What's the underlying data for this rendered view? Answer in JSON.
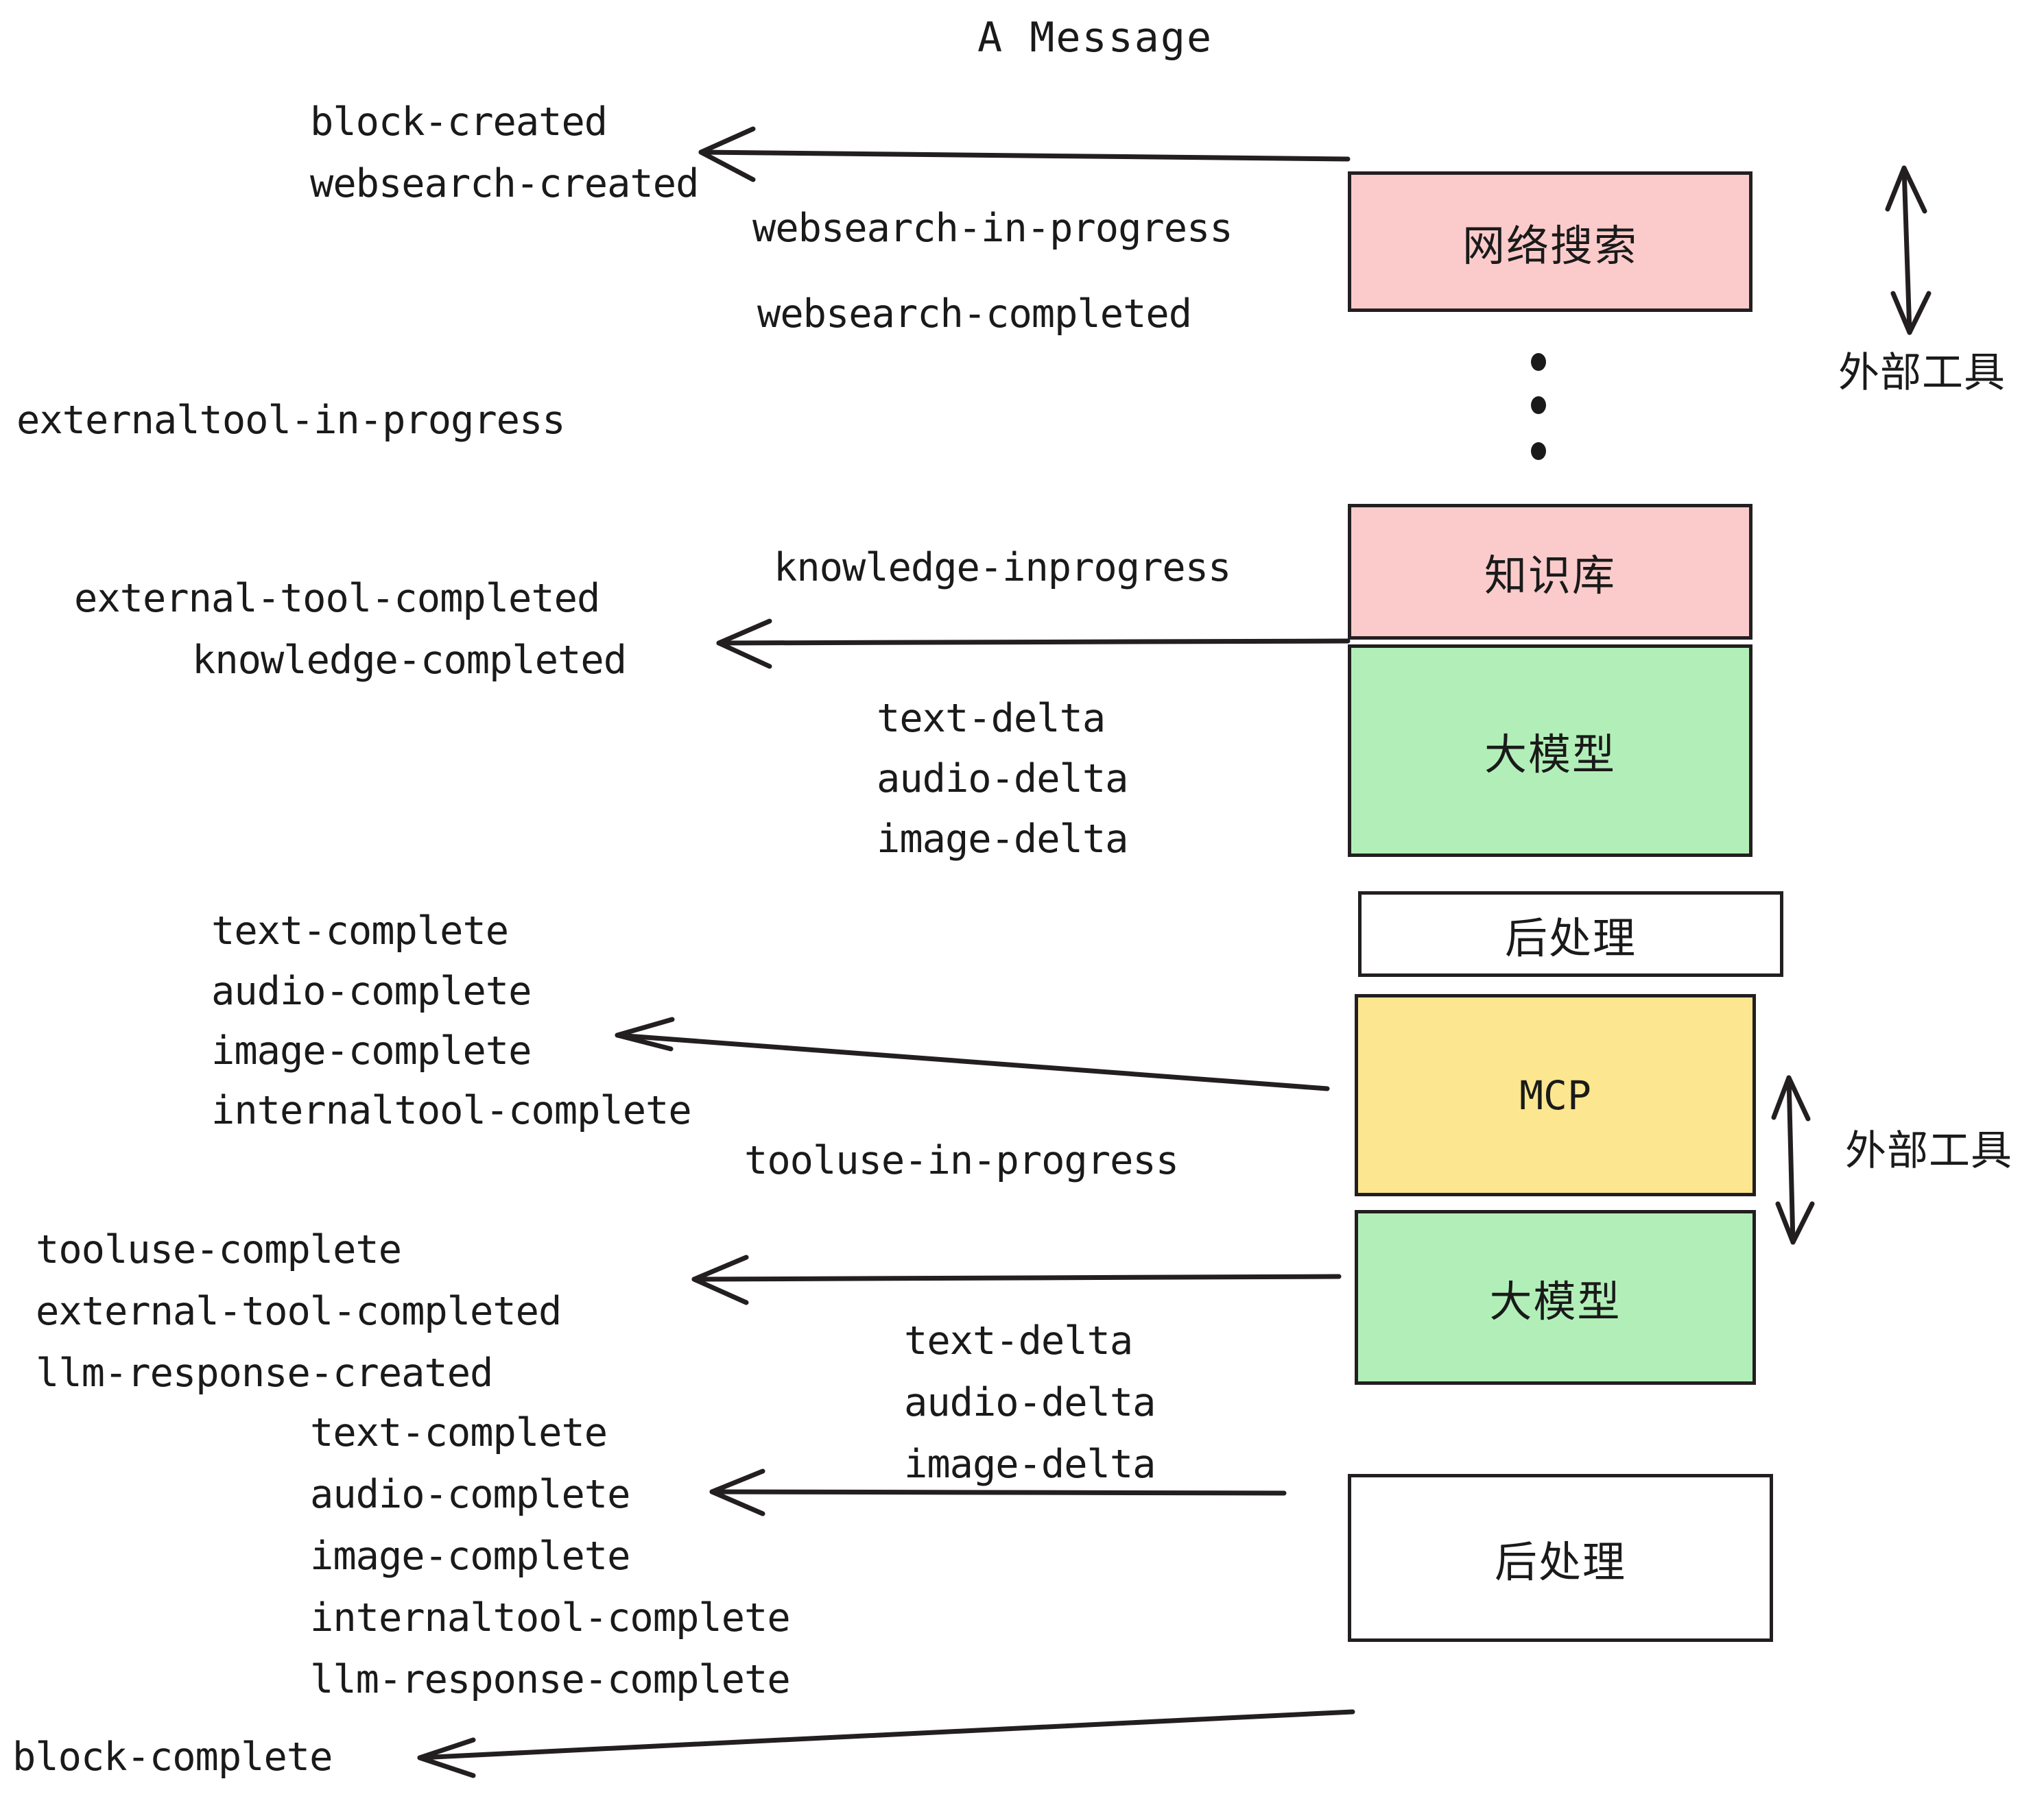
{
  "title": "A Message",
  "colors": {
    "pink": "#FBCBCB",
    "green": "#B2EFB8",
    "yellow": "#FCE68F",
    "white": "#FFFFFF",
    "stroke": "#231f20",
    "text": "#1a1a1a"
  },
  "boxes": [
    {
      "label": "网络搜索",
      "fill": "#FBCBCB"
    },
    {
      "label": "知识库",
      "fill": "#FBCBCB"
    },
    {
      "label": "大模型",
      "fill": "#B2EFB8"
    },
    {
      "label": "后处理",
      "fill": "#FFFFFF"
    },
    {
      "label": "MCP",
      "fill": "#FCE68F"
    },
    {
      "label": "大模型",
      "fill": "#B2EFB8"
    },
    {
      "label": "后处理",
      "fill": "#FFFFFF"
    }
  ],
  "side_labels": [
    {
      "label": "外部工具"
    },
    {
      "label": "外部工具"
    }
  ],
  "events": [
    {
      "text": "block-created"
    },
    {
      "text": "websearch-created"
    },
    {
      "text": "websearch-in-progress"
    },
    {
      "text": "websearch-completed"
    },
    {
      "text": "externaltool-in-progress"
    },
    {
      "text": "knowledge-inprogress"
    },
    {
      "text": "external-tool-completed"
    },
    {
      "text": "knowledge-completed"
    },
    {
      "text": "text-delta"
    },
    {
      "text": "audio-delta"
    },
    {
      "text": "image-delta"
    },
    {
      "text": "text-complete"
    },
    {
      "text": "audio-complete"
    },
    {
      "text": "image-complete"
    },
    {
      "text": "internaltool-complete"
    },
    {
      "text": "tooluse-in-progress"
    },
    {
      "text": "tooluse-complete"
    },
    {
      "text": "external-tool-completed"
    },
    {
      "text": "llm-response-created"
    },
    {
      "text": "text-delta"
    },
    {
      "text": "audio-delta"
    },
    {
      "text": "image-delta"
    },
    {
      "text": "text-complete"
    },
    {
      "text": "audio-complete"
    },
    {
      "text": "image-complete"
    },
    {
      "text": "internaltool-complete"
    },
    {
      "text": "llm-response-complete"
    },
    {
      "text": "block-complete"
    }
  ],
  "ellipsis_dots": 3
}
